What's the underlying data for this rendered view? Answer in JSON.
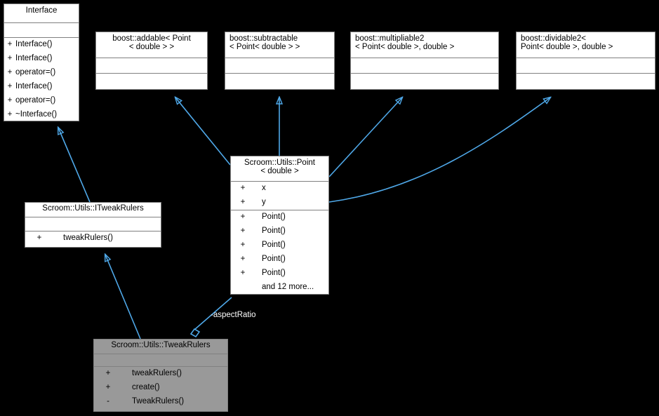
{
  "diagram": {
    "kind": "uml-class-diagram",
    "background_color": "#000000",
    "edge_color": "#4fa8e8",
    "box_border_color": "#808080",
    "box_fill_color": "#ffffff",
    "highlight_fill_color": "#999999"
  },
  "classes": {
    "interface": {
      "title": "Interface",
      "attributes": [],
      "operations": [
        {
          "visibility": "+",
          "name": "Interface()"
        },
        {
          "visibility": "+",
          "name": "Interface()"
        },
        {
          "visibility": "+",
          "name": "operator=()"
        },
        {
          "visibility": "+",
          "name": "Interface()"
        },
        {
          "visibility": "+",
          "name": "operator=()"
        },
        {
          "visibility": "+",
          "name": "~Interface()"
        }
      ]
    },
    "addable": {
      "title": "boost::addable< Point\n< double  > >",
      "attributes": [],
      "operations": []
    },
    "subtractable": {
      "title": "boost::subtractable\n< Point< double  > >",
      "attributes": [],
      "operations": []
    },
    "multipliable2": {
      "title": "boost::multipliable2\n< Point< double  >, double  >",
      "attributes": [],
      "operations": []
    },
    "dividable2": {
      "title": "boost::dividable2<\n Point< double  >, double  >",
      "attributes": [],
      "operations": []
    },
    "point": {
      "title": "Scroom::Utils::Point\n< double >",
      "attributes": [
        {
          "visibility": "+",
          "name": "x"
        },
        {
          "visibility": "+",
          "name": "y"
        }
      ],
      "operations": [
        {
          "visibility": "+",
          "name": "Point()"
        },
        {
          "visibility": "+",
          "name": "Point()"
        },
        {
          "visibility": "+",
          "name": "Point()"
        },
        {
          "visibility": "+",
          "name": "Point()"
        },
        {
          "visibility": "+",
          "name": "Point()"
        },
        {
          "visibility": "",
          "name": "and 12 more..."
        }
      ]
    },
    "itweakrulers": {
      "title": "Scroom::Utils::ITweakRulers",
      "attributes": [],
      "operations": [
        {
          "visibility": "+",
          "name": "tweakRulers()"
        }
      ]
    },
    "tweakrulers": {
      "title": "Scroom::Utils::TweakRulers",
      "attributes": [],
      "operations": [
        {
          "visibility": "+",
          "name": "tweakRulers()"
        },
        {
          "visibility": "+",
          "name": "create()"
        },
        {
          "visibility": "-",
          "name": "TweakRulers()"
        }
      ]
    }
  },
  "edges": {
    "aggregation_label": "-aspectRatio"
  }
}
